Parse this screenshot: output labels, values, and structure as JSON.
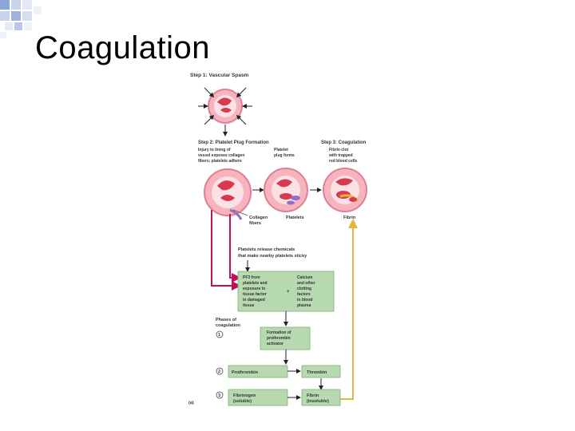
{
  "slide": {
    "title": "Coagulation"
  },
  "figure": {
    "step1": "Step 1: Vascular Spasm",
    "step2": "Step 2: Platelet Plug Formation",
    "step3": "Step 3: Coagulation",
    "step2_desc_a": [
      "Injury to lining of",
      "vessel exposes collagen",
      "fibers; platelets adhere"
    ],
    "step2_desc_b": [
      "Platelet",
      "plug forms"
    ],
    "step3_desc": [
      "Fibrin clot",
      "with trapped",
      "red blood cells"
    ],
    "label_collagen": [
      "Collagen",
      "fibers"
    ],
    "label_platelets": "Platelets",
    "label_fibrin": "Fibrin",
    "release_text": [
      "Platelets release chemicals",
      "that make nearby platelets sticky"
    ],
    "green_left": [
      "PF3 from",
      "platelets and",
      "exposure to",
      "tissue factor",
      "in damaged",
      "tissue"
    ],
    "green_right": [
      "Calcium",
      "and other",
      "clotting",
      "factors",
      "in blood",
      "plasma"
    ],
    "plus": "+",
    "phases_title": [
      "Phases of",
      "coagulation"
    ],
    "phase_1": "1",
    "phase_2": "2",
    "phase_3": "3",
    "prothrombin_activator": [
      "Formation of",
      "prothrombin",
      "activator"
    ],
    "prothrombin": "Prothrombin",
    "thrombin": "Thrombin",
    "fibrinogen": [
      "Fibrinogen",
      "(soluble)"
    ],
    "fibrin_insoluble": [
      "Fibrin",
      "(insoluble)"
    ],
    "panel_letter": "(a)"
  },
  "colors": {
    "green_box": "#b7d9b0",
    "magenta_arrow": "#c0105a",
    "yellow_arrow": "#e6b53c",
    "vessel_pink": "#f6b4bf",
    "rbc_red": "#d63a4e"
  }
}
